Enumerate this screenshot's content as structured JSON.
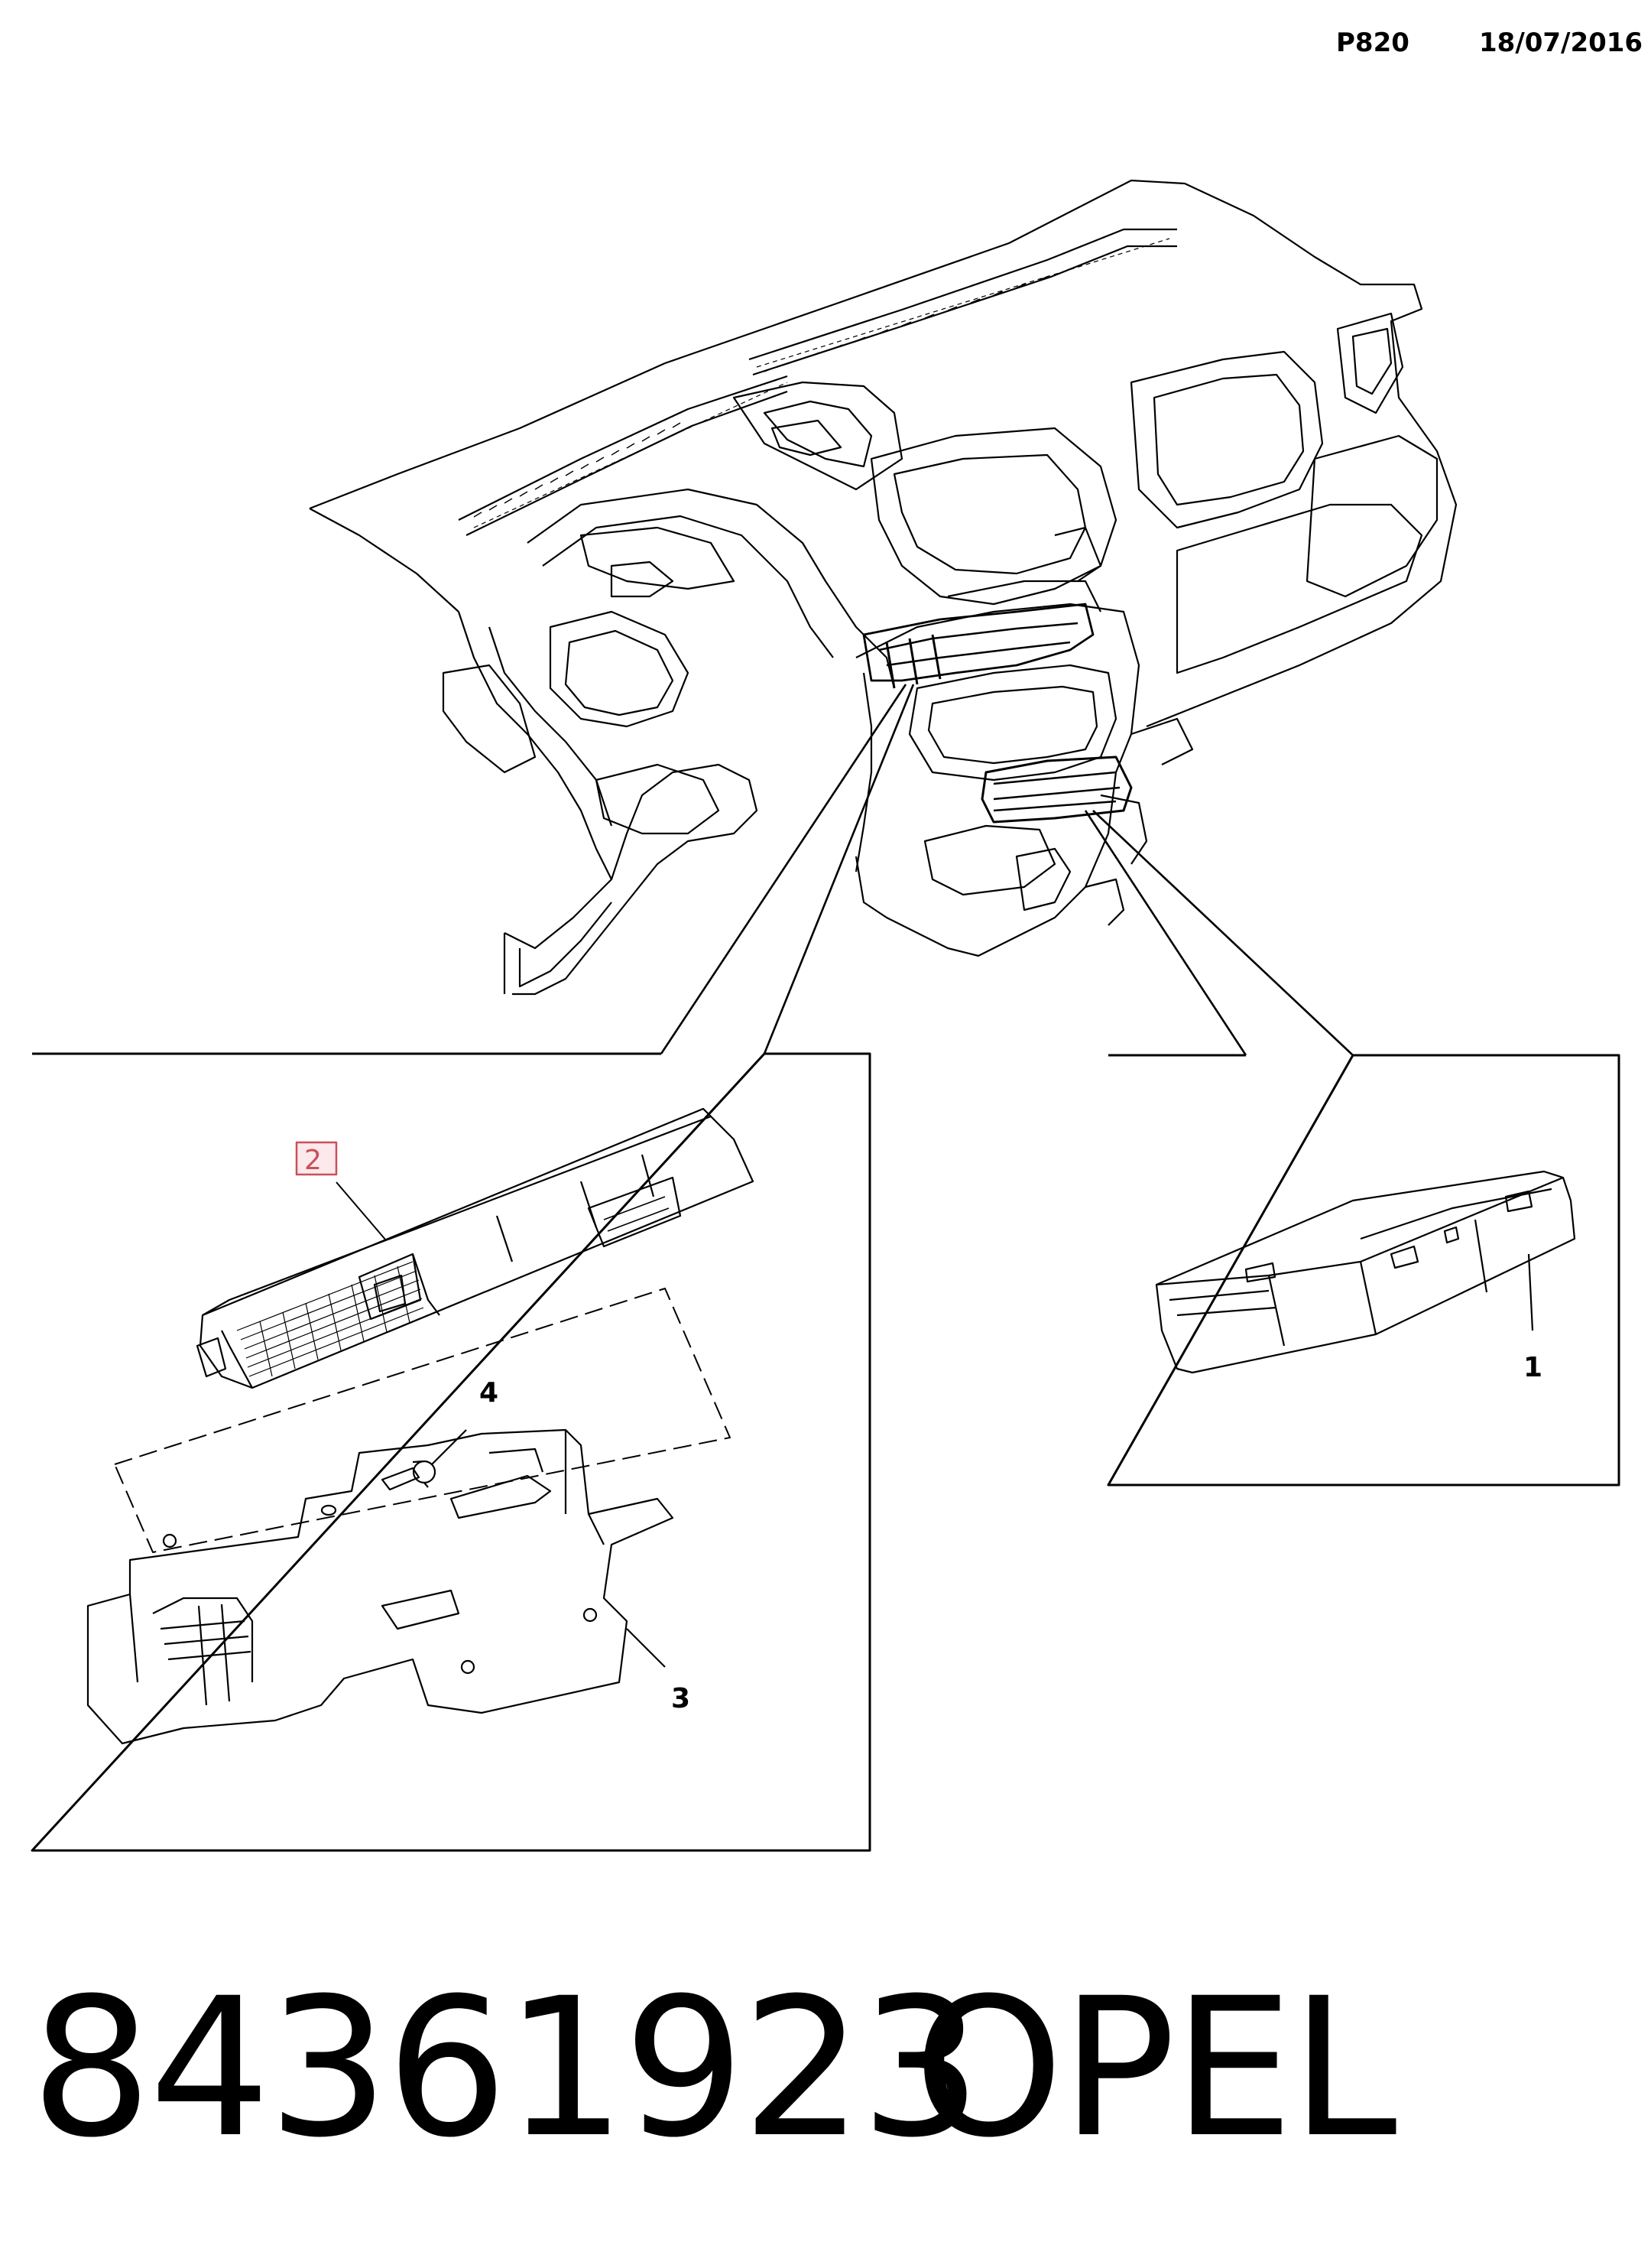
{
  "header": {
    "code": "P820",
    "date": "18/07/2016"
  },
  "callouts": {
    "one": "1",
    "two": "2",
    "three": "3",
    "four": "4"
  },
  "footer": {
    "part_number": "84361923",
    "brand": "OPEL"
  }
}
